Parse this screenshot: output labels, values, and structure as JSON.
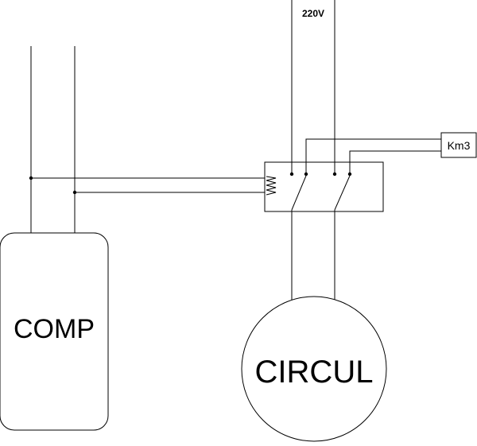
{
  "labels": {
    "supply": "220V",
    "relay": "Km3",
    "compressor": "COMP",
    "circulator": "CIRCUL"
  },
  "colors": {
    "line": "#000000",
    "background": "#ffffff"
  }
}
